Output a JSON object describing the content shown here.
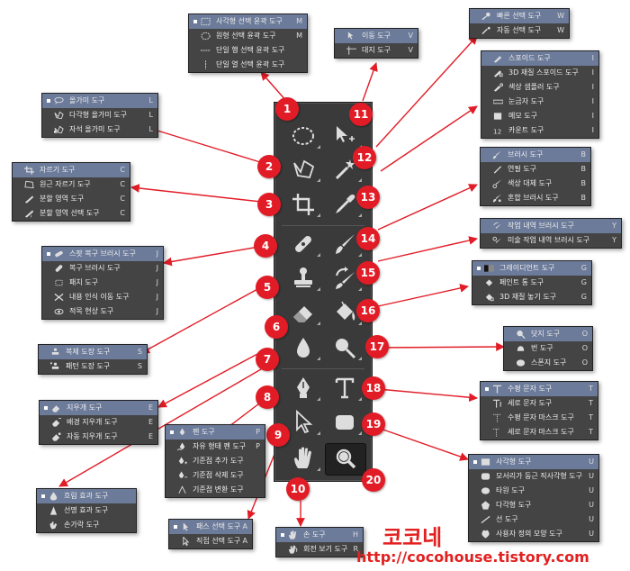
{
  "badges": [
    "1",
    "2",
    "3",
    "4",
    "5",
    "6",
    "7",
    "8",
    "9",
    "10",
    "11",
    "12",
    "13",
    "14",
    "15",
    "16",
    "17",
    "18",
    "19",
    "20"
  ],
  "panels": [
    {
      "id": "marquee",
      "items": [
        {
          "label": "사각형 선택 윤곽 도구",
          "key": "M",
          "icon": "rect-marquee"
        },
        {
          "label": "원형 선택 윤곽 도구",
          "key": "M",
          "icon": "ellipse-marquee"
        },
        {
          "label": "단일 행 선택 윤곽 도구",
          "key": "",
          "icon": "row-marquee"
        },
        {
          "label": "단일 열 선택 윤곽 도구",
          "key": "",
          "icon": "col-marquee"
        }
      ]
    },
    {
      "id": "move",
      "items": [
        {
          "label": "이동 도구",
          "key": "V",
          "icon": "move"
        },
        {
          "label": "대지 도구",
          "key": "V",
          "icon": "artboard"
        }
      ]
    },
    {
      "id": "quick-select",
      "items": [
        {
          "label": "빠른 선택 도구",
          "key": "W",
          "icon": "quick-select"
        },
        {
          "label": "자동 선택 도구",
          "key": "W",
          "icon": "magic-wand"
        }
      ]
    },
    {
      "id": "lasso",
      "items": [
        {
          "label": "올가미 도구",
          "key": "L",
          "icon": "lasso"
        },
        {
          "label": "다각형 올가미 도구",
          "key": "L",
          "icon": "poly-lasso"
        },
        {
          "label": "자석 올가미 도구",
          "key": "L",
          "icon": "magnetic-lasso"
        }
      ]
    },
    {
      "id": "eyedropper",
      "items": [
        {
          "label": "스포이드 도구",
          "key": "I",
          "icon": "eyedropper"
        },
        {
          "label": "3D 재질 스포이드 도구",
          "key": "I",
          "icon": "3d-eyedropper"
        },
        {
          "label": "색상 샘플러 도구",
          "key": "I",
          "icon": "color-sampler"
        },
        {
          "label": "눈금자 도구",
          "key": "I",
          "icon": "ruler"
        },
        {
          "label": "메모 도구",
          "key": "I",
          "icon": "note"
        },
        {
          "label": "카운트 도구",
          "key": "I",
          "icon": "count"
        }
      ]
    },
    {
      "id": "crop",
      "items": [
        {
          "label": "자르기 도구",
          "key": "C",
          "icon": "crop"
        },
        {
          "label": "원근 자르기 도구",
          "key": "C",
          "icon": "perspective-crop"
        },
        {
          "label": "분할 영역 도구",
          "key": "C",
          "icon": "slice"
        },
        {
          "label": "분할 영역 선택 도구",
          "key": "C",
          "icon": "slice-select"
        }
      ]
    },
    {
      "id": "brush",
      "items": [
        {
          "label": "브러시 도구",
          "key": "B",
          "icon": "brush"
        },
        {
          "label": "연필 도구",
          "key": "B",
          "icon": "pencil"
        },
        {
          "label": "색상 대체 도구",
          "key": "B",
          "icon": "color-replace"
        },
        {
          "label": "혼합 브러시 도구",
          "key": "B",
          "icon": "mixer-brush"
        }
      ]
    },
    {
      "id": "history",
      "items": [
        {
          "label": "작업 내역 브러시 도구",
          "key": "Y",
          "icon": "history-brush"
        },
        {
          "label": "미술 작업 내역 브러시 도구",
          "key": "Y",
          "icon": "art-history-brush"
        }
      ]
    },
    {
      "id": "healing",
      "items": [
        {
          "label": "스팟 복구 브러시 도구",
          "key": "J",
          "icon": "spot-healing"
        },
        {
          "label": "복구 브러시 도구",
          "key": "J",
          "icon": "healing"
        },
        {
          "label": "패치 도구",
          "key": "J",
          "icon": "patch"
        },
        {
          "label": "내용 인식 이동 도구",
          "key": "J",
          "icon": "content-move"
        },
        {
          "label": "적목 현상 도구",
          "key": "J",
          "icon": "red-eye"
        }
      ]
    },
    {
      "id": "gradient",
      "items": [
        {
          "label": "그레이디언트 도구",
          "key": "G",
          "icon": "gradient"
        },
        {
          "label": "페인트 통 도구",
          "key": "G",
          "icon": "paint-bucket"
        },
        {
          "label": "3D 재질 놓기 도구",
          "key": "G",
          "icon": "3d-drop"
        }
      ]
    },
    {
      "id": "dodge",
      "items": [
        {
          "label": "닷지 도구",
          "key": "O",
          "icon": "dodge"
        },
        {
          "label": "번 도구",
          "key": "O",
          "icon": "burn"
        },
        {
          "label": "스폰지 도구",
          "key": "O",
          "icon": "sponge"
        }
      ]
    },
    {
      "id": "stamp",
      "items": [
        {
          "label": "복제 도장 도구",
          "key": "S",
          "icon": "clone-stamp"
        },
        {
          "label": "패턴 도장 도구",
          "key": "S",
          "icon": "pattern-stamp"
        }
      ]
    },
    {
      "id": "type",
      "items": [
        {
          "label": "수평 문자 도구",
          "key": "T",
          "icon": "h-type"
        },
        {
          "label": "세로 문자 도구",
          "key": "T",
          "icon": "v-type"
        },
        {
          "label": "수평 문자 마스크 도구",
          "key": "T",
          "icon": "h-type-mask"
        },
        {
          "label": "세로 문자 마스크 도구",
          "key": "T",
          "icon": "v-type-mask"
        }
      ]
    },
    {
      "id": "eraser",
      "items": [
        {
          "label": "지우개 도구",
          "key": "E",
          "icon": "eraser"
        },
        {
          "label": "배경 지우개 도구",
          "key": "E",
          "icon": "bg-eraser"
        },
        {
          "label": "자동 지우개 도구",
          "key": "E",
          "icon": "magic-eraser"
        }
      ]
    },
    {
      "id": "pen",
      "items": [
        {
          "label": "펜 도구",
          "key": "P",
          "icon": "pen"
        },
        {
          "label": "자유 형태 펜 도구",
          "key": "P",
          "icon": "freeform-pen"
        },
        {
          "label": "기준점 추가 도구",
          "key": "",
          "icon": "add-anchor"
        },
        {
          "label": "기준점 삭제 도구",
          "key": "",
          "icon": "delete-anchor"
        },
        {
          "label": "기준점 변환 도구",
          "key": "",
          "icon": "convert-point"
        }
      ]
    },
    {
      "id": "shape",
      "items": [
        {
          "label": "사각형 도구",
          "key": "U",
          "icon": "rectangle"
        },
        {
          "label": "모서리가 둥근 직사각형 도구",
          "key": "U",
          "icon": "rounded-rect"
        },
        {
          "label": "타원 도구",
          "key": "U",
          "icon": "ellipse"
        },
        {
          "label": "다각형 도구",
          "key": "U",
          "icon": "polygon"
        },
        {
          "label": "선 도구",
          "key": "U",
          "icon": "line"
        },
        {
          "label": "사용자 정의 모양 도구",
          "key": "U",
          "icon": "custom-shape"
        }
      ]
    },
    {
      "id": "blur",
      "items": [
        {
          "label": "흐림 효과 도구",
          "key": "",
          "icon": "blur"
        },
        {
          "label": "선명 효과 도구",
          "key": "",
          "icon": "sharpen"
        },
        {
          "label": "손가락 도구",
          "key": "",
          "icon": "smudge"
        }
      ]
    },
    {
      "id": "path-select",
      "items": [
        {
          "label": "패스 선택 도구",
          "key": "A",
          "icon": "path-select"
        },
        {
          "label": "직접 선택 도구",
          "key": "A",
          "icon": "direct-select"
        }
      ]
    },
    {
      "id": "hand",
      "items": [
        {
          "label": "손 도구",
          "key": "H",
          "icon": "hand"
        },
        {
          "label": "회전 보기 도구",
          "key": "R",
          "icon": "rotate-view"
        }
      ]
    }
  ],
  "brand": {
    "title": "코코네",
    "url": "http://cocohouse.tistory.com"
  },
  "colors": {
    "badge": "#e21c26",
    "panel": "#444444",
    "panel_selected": "#6c7b9a",
    "toolbar": "#3a3a3a",
    "brand": "#e2201f"
  }
}
